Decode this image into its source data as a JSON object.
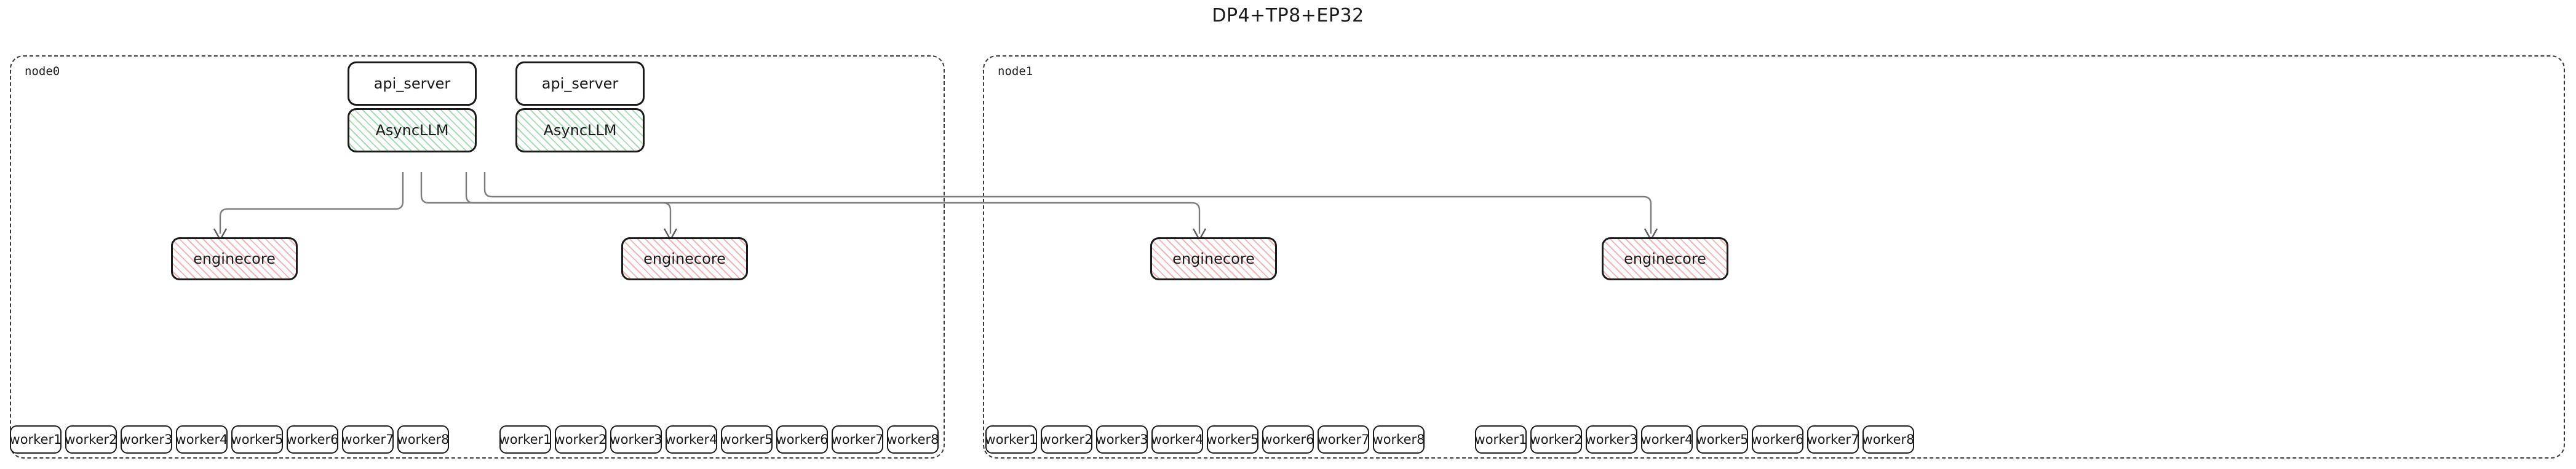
{
  "title": "DP4+TP8+EP32",
  "nodes": [
    {
      "id": "node0",
      "label": "node0"
    },
    {
      "id": "node1",
      "label": "node1"
    }
  ],
  "stacks": [
    {
      "api_server": "api_server",
      "async_llm": "AsyncLLM"
    },
    {
      "api_server": "api_server",
      "async_llm": "AsyncLLM"
    }
  ],
  "enginecores": [
    {
      "label": "enginecore"
    },
    {
      "label": "enginecore"
    },
    {
      "label": "enginecore"
    },
    {
      "label": "enginecore"
    }
  ],
  "worker_groups": [
    {
      "workers": [
        "worker1",
        "worker2",
        "worker3",
        "worker4",
        "worker5",
        "worker6",
        "worker7",
        "worker8"
      ]
    },
    {
      "workers": [
        "worker1",
        "worker2",
        "worker3",
        "worker4",
        "worker5",
        "worker6",
        "worker7",
        "worker8"
      ]
    },
    {
      "workers": [
        "worker1",
        "worker2",
        "worker3",
        "worker4",
        "worker5",
        "worker6",
        "worker7",
        "worker8"
      ]
    },
    {
      "workers": [
        "worker1",
        "worker2",
        "worker3",
        "worker4",
        "worker5",
        "worker6",
        "worker7",
        "worker8"
      ]
    }
  ],
  "colors": {
    "async_hatch": "#78c88c",
    "engine_hatch": "#eb8282",
    "box_border": "#1a1a1a",
    "edge": "#7d7d7d",
    "container_border": "#3a3a3a",
    "background": "#ffffff"
  },
  "legend": {
    "async_fill_name": "green-hatch",
    "engine_fill_name": "red-hatch"
  }
}
